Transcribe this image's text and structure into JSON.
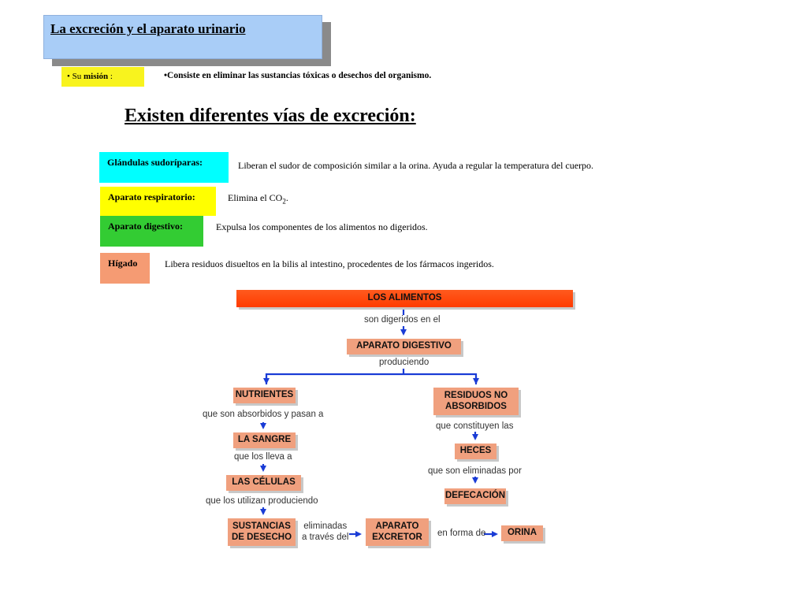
{
  "header": {
    "title": "La excreción y el aparato urinario"
  },
  "mission": {
    "bullet": "•",
    "prefix": "Su",
    "label": "misión",
    "colon": ":",
    "text": "•Consiste en eliminar las sustancias tóxicas o desechos del organismo."
  },
  "heading": "Existen diferentes vías de excreción:",
  "routes": [
    {
      "label": "Glándulas sudoríparas:",
      "desc": "Liberan el sudor de composición similar a la orina.   Ayuda a regular la temperatura del cuerpo.",
      "color": "#00ffff"
    },
    {
      "label": "Aparato respiratorio:",
      "desc_prefix": "Elimina el CO",
      "desc_sub": "2",
      "desc_suffix": ".",
      "color": "#ffff00"
    },
    {
      "label": "Aparato digestivo:",
      "desc": "Expulsa los componentes de los alimentos no digeridos.",
      "color": "#33cc33"
    },
    {
      "label": "Hígado",
      "desc": "Libera residuos disueltos en la bilis al intestino, procedentes de los  fármacos ingeridos.",
      "color": "#f59b73"
    }
  ],
  "concept_map": {
    "nodes": {
      "alimentos": "LOS ALIMENTOS",
      "aparato_digestivo": "APARATO DIGESTIVO",
      "nutrientes": "NUTRIENTES",
      "residuos_line1": "RESIDUOS NO",
      "residuos_line2": "ABSORBIDOS",
      "sangre": "LA SANGRE",
      "heces": "HECES",
      "celulas": "LAS CÉLULAS",
      "defecacion": "DEFECACIÓN",
      "desecho_line1": "SUSTANCIAS",
      "desecho_line2": "DE DESECHO",
      "excretor_line1": "APARATO",
      "excretor_line2": "EXCRETOR",
      "orina": "ORINA"
    },
    "links": {
      "digeridos": "son digeridos en el",
      "produciendo": "produciendo",
      "absorbidos": "que son absorbidos y pasan a",
      "constituyen": "que constituyen las",
      "lleva": "que los lleva a",
      "eliminadas_por": "que son eliminadas por",
      "utilizan": "que los utilizan produciendo",
      "eliminadas_line1": "eliminadas",
      "eliminadas_line2": "a través del",
      "en_forma": "en forma de"
    },
    "colors": {
      "node": "#f0a07e",
      "top_node": "#ff4500",
      "arrow": "#1a3cd6"
    }
  }
}
